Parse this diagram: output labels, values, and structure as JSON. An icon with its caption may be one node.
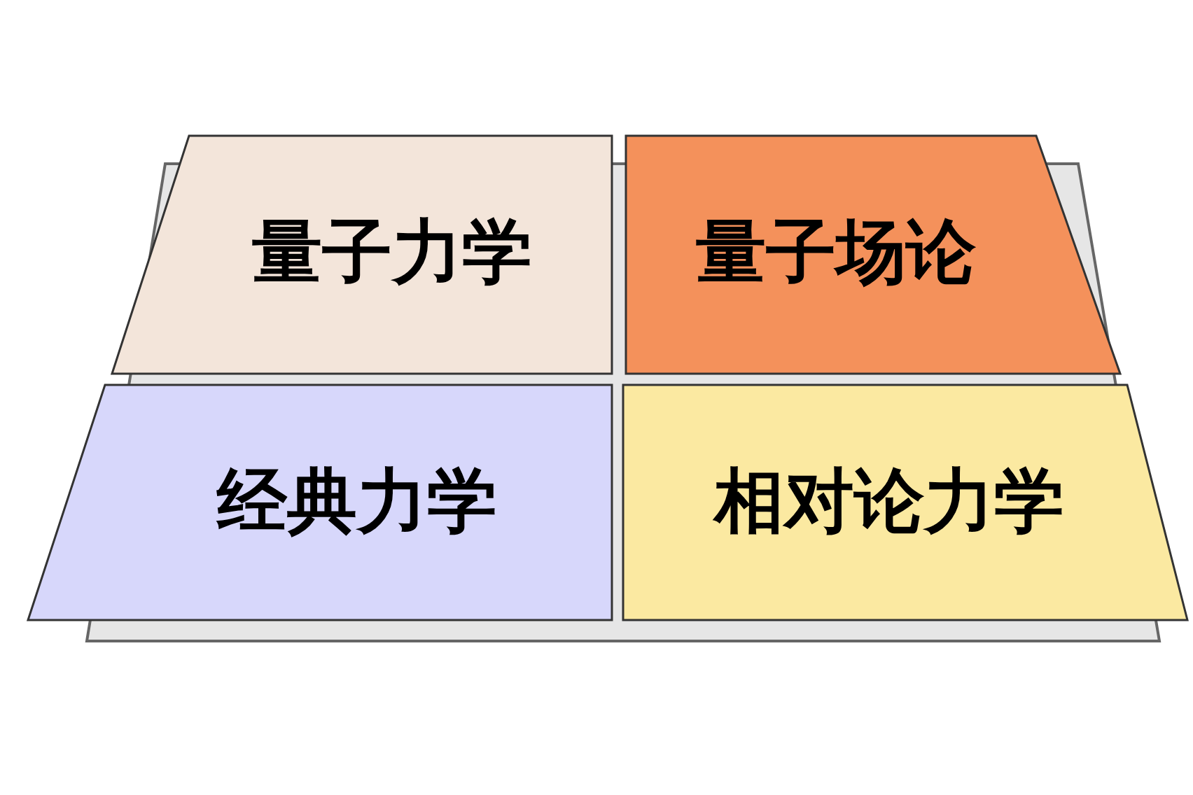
{
  "diagram": {
    "nodes": [
      {
        "text": [
          "量子力学"
        ]
      },
      {
        "text": [
          "量子场论"
        ]
      },
      {
        "text": [
          "经典力学"
        ]
      },
      {
        "text": [
          "相对论力学"
        ]
      }
    ]
  }
}
